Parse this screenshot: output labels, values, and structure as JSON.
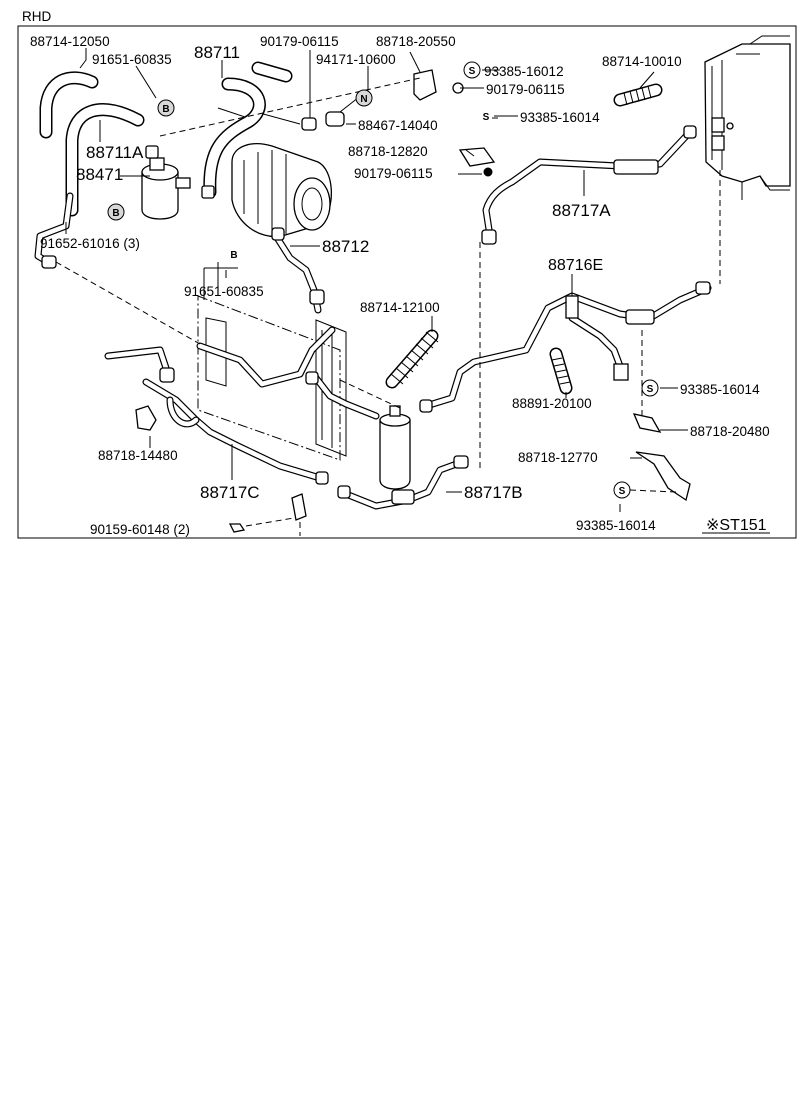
{
  "header": {
    "section": "RHD"
  },
  "footer": {
    "code": "※ST151"
  },
  "symbols": {
    "b": "B",
    "n": "N",
    "s": "S"
  },
  "labels": {
    "p88714_12050": "88714-12050",
    "p91651_60835_top": "91651-60835",
    "p88711": "88711",
    "p90179_06115_a": "90179-06115",
    "p88718_20550": "88718-20550",
    "p94171_10600": "94171-10600",
    "p93385_16012": "93385-16012",
    "p88714_10010": "88714-10010",
    "p90179_06115_b": "90179-06115",
    "p93385_16014_a": "93385-16014",
    "p88467_14040": "88467-14040",
    "p88711a": "88711A",
    "p88471": "88471",
    "p88718_12820": "88718-12820",
    "p90179_06115_c": "90179-06115",
    "p88717a": "88717A",
    "p91652_61016": "91652-61016 (3)",
    "p88712": "88712",
    "p88716e": "88716E",
    "p91651_60835_mid": "91651-60835",
    "p88714_12100": "88714-12100",
    "p93385_16014_b": "93385-16014",
    "p88891_20100": "88891-20100",
    "p88718_20480": "88718-20480",
    "p88718_14480": "88718-14480",
    "p88718_12770": "88718-12770",
    "p88717c": "88717C",
    "p88717b": "88717B",
    "p90159_60148": "90159-60148 (2)",
    "p93385_16014_c": "93385-16014"
  }
}
